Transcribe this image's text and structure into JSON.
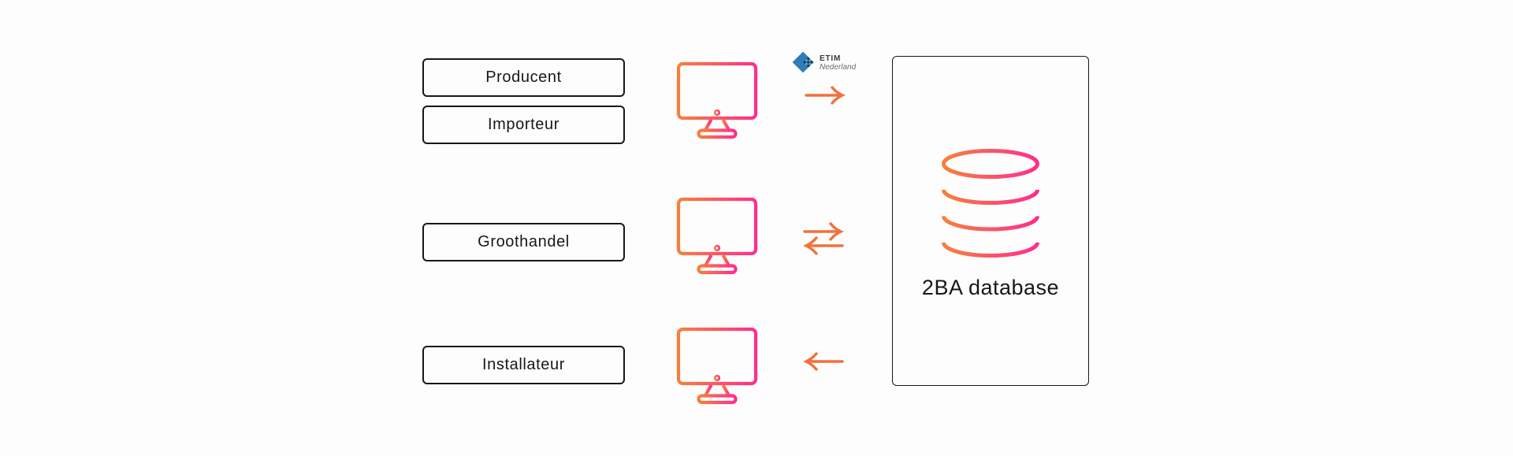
{
  "colors": {
    "background": "#fdfdfd",
    "outline": "#16161e",
    "arrow_orange": "#f2703a",
    "gradient_start": "#f5813b",
    "gradient_end": "#ff2d8f",
    "etim_blue": "#2e7cb8",
    "etim_dark_blue": "#193c59",
    "etim_light_blue": "#4fa0d5"
  },
  "actors": [
    {
      "label": "Producent"
    },
    {
      "label": "Importeur"
    },
    {
      "label": "Groothandel"
    },
    {
      "label": "Installateur"
    }
  ],
  "etim": {
    "name": "ETIM",
    "region": "Nederland"
  },
  "database": {
    "label": "2BA database"
  },
  "icons": {
    "computer": "computer-monitor-icon",
    "database": "database-cylinder-icon",
    "arrow_right": "arrow-right-icon",
    "arrow_left": "arrow-left-icon",
    "logo": "etim-nederland-logo"
  }
}
